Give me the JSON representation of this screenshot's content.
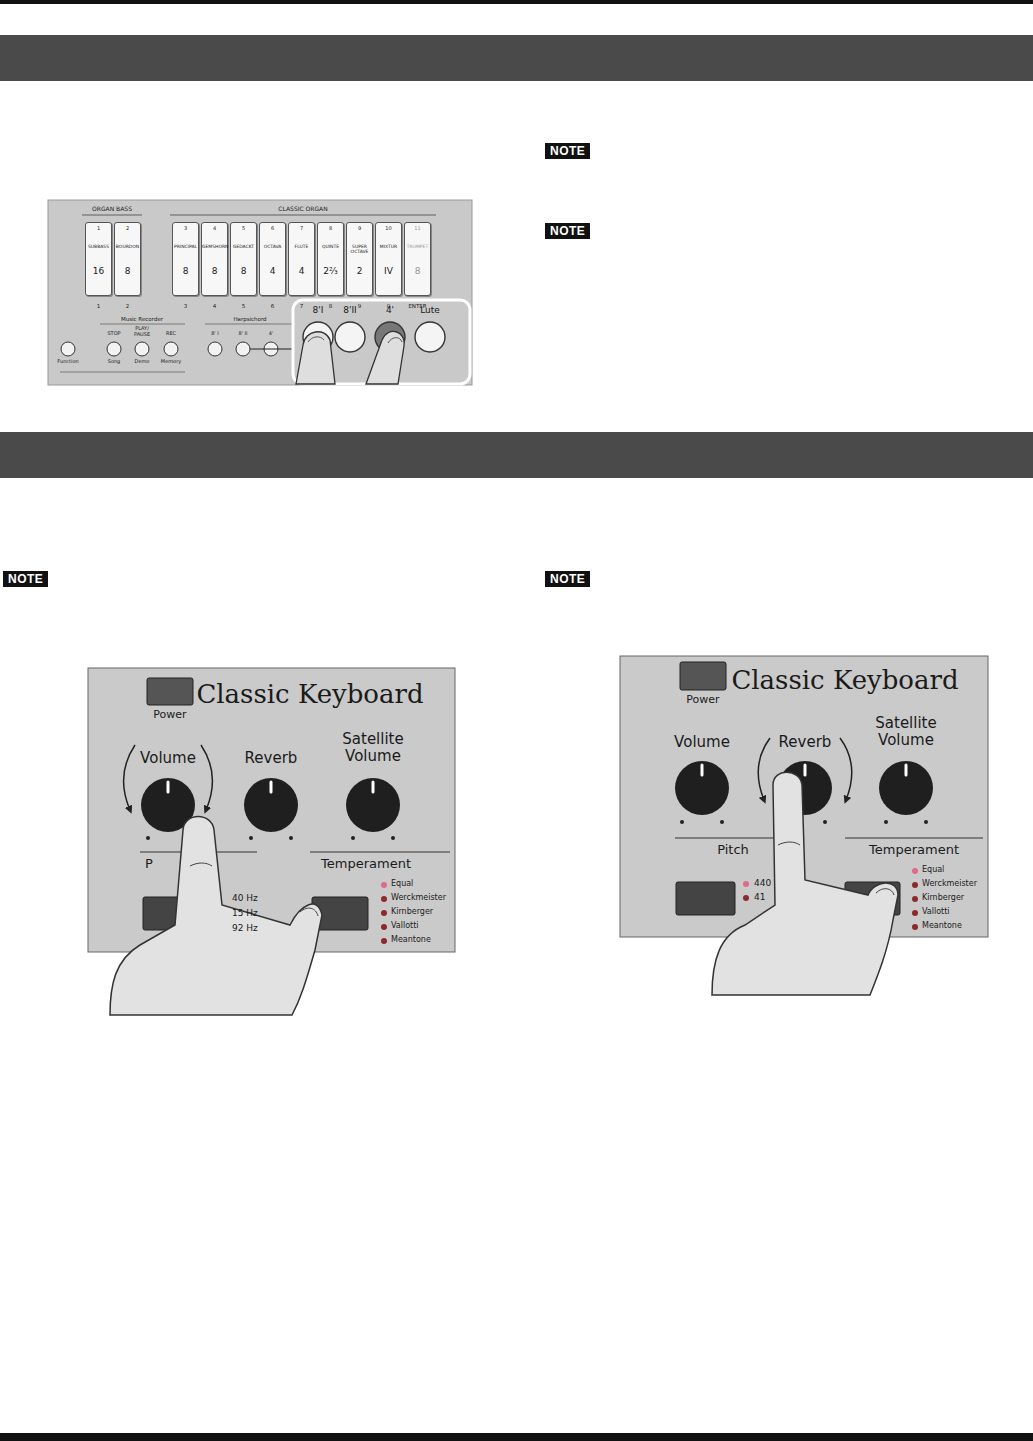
{
  "diagram": {
    "nodes": [
      {
        "text": [
          "1",
          "SUBBASS",
          "16"
        ]
      },
      {
        "text": [
          "2",
          "BOURDON",
          "8"
        ]
      },
      {
        "text": [
          "3",
          "PRINCIPAL",
          "8"
        ]
      },
      {
        "text": [
          "4",
          "GEMSHORN",
          "8"
        ]
      },
      {
        "text": [
          "5",
          "GEDACKT",
          "8"
        ]
      },
      {
        "text": [
          "6",
          "OCTAVA",
          "4"
        ]
      },
      {
        "text": [
          "7",
          "FLUTE",
          "4"
        ]
      },
      {
        "text": [
          "8",
          "QUINTE",
          "2⅔"
        ]
      },
      {
        "text": [
          "9",
          "SUPER OCTAVE",
          "2"
        ]
      },
      {
        "text": [
          "10",
          "MIXTUR",
          "IV"
        ]
      },
      {
        "text": [
          "11",
          "TRUMPET",
          "8"
        ]
      },
      {
        "text": [
          "NOTE"
        ]
      },
      {
        "text": [
          "NOTE"
        ]
      },
      {
        "text": [
          "NOTE"
        ]
      },
      {
        "text": [
          "NOTE"
        ]
      }
    ],
    "labels": [
      "ORGAN BASS",
      "CLASSIC ORGAN",
      "1",
      "2",
      "3",
      "4",
      "5",
      "6",
      "7",
      "8",
      "9",
      "0",
      "ENTER",
      "Music Recorder",
      "STOP",
      "PLAY/ PAUSE",
      "REC",
      "Function",
      "Song",
      "Demo",
      "Memory",
      "Harpsichord",
      "8' I",
      "8' II",
      "4'",
      "8'I",
      "8'II",
      "4'",
      "Lute",
      "Classic Keyboard",
      "Power",
      "Volume",
      "Reverb",
      "Satellite Volume",
      "P",
      "Temperament",
      "40 Hz",
      "15 Hz",
      "92 Hz",
      "Equal",
      "Werckmeister",
      "Kirnberger",
      "Vallotti",
      "Meantone",
      "Classic Keyboard",
      "Power",
      "Volume",
      "Reverb",
      "Satellite Volume",
      "Pitch",
      "Temperament",
      "440",
      "41",
      "Equal",
      "Werckmeister",
      "Kirnberger",
      "Vallotti",
      "Meantone"
    ]
  }
}
